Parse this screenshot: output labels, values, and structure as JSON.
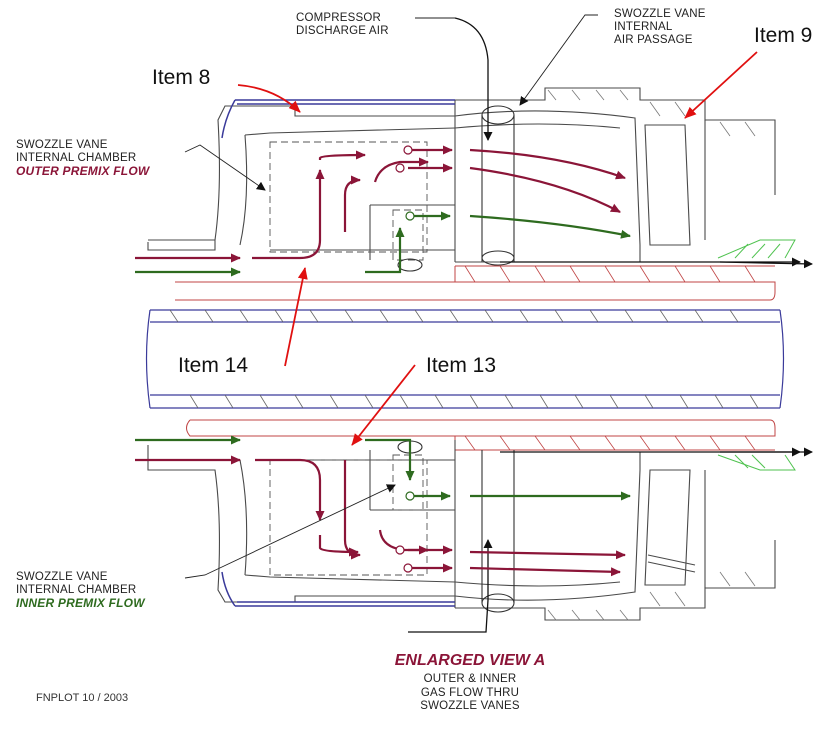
{
  "callouts": {
    "compressor": [
      "COMPRESSOR",
      "DISCHARGE AIR"
    ],
    "vane_passage": [
      "SWOZZLE VANE",
      "INTERNAL",
      "AIR PASSAGE"
    ],
    "outer_chamber": [
      "SWOZZLE VANE",
      "INTERNAL CHAMBER"
    ],
    "outer_flow": "OUTER PREMIX FLOW",
    "inner_chamber": [
      "SWOZZLE VANE",
      "INTERNAL CHAMBER"
    ],
    "inner_flow": "INNER PREMIX FLOW"
  },
  "items": {
    "item8": "Item 8",
    "item9": "Item 9",
    "item13": "Item 13",
    "item14": "Item 14"
  },
  "view": {
    "title": "ENLARGED VIEW A",
    "subtitle": [
      "OUTER & INNER",
      "GAS FLOW THRU",
      "SWOZZLE VANES"
    ]
  },
  "footer": "FNPLOT  10 / 2003",
  "colors": {
    "outline": "#4a4a4a",
    "outer_flow": "#8b1538",
    "inner_flow": "#2e6b1f",
    "tube_blue": "#3a3a9a",
    "tube_red": "#c04545",
    "callout_arrow": "#e01010",
    "light_green": "#4fc24f"
  }
}
